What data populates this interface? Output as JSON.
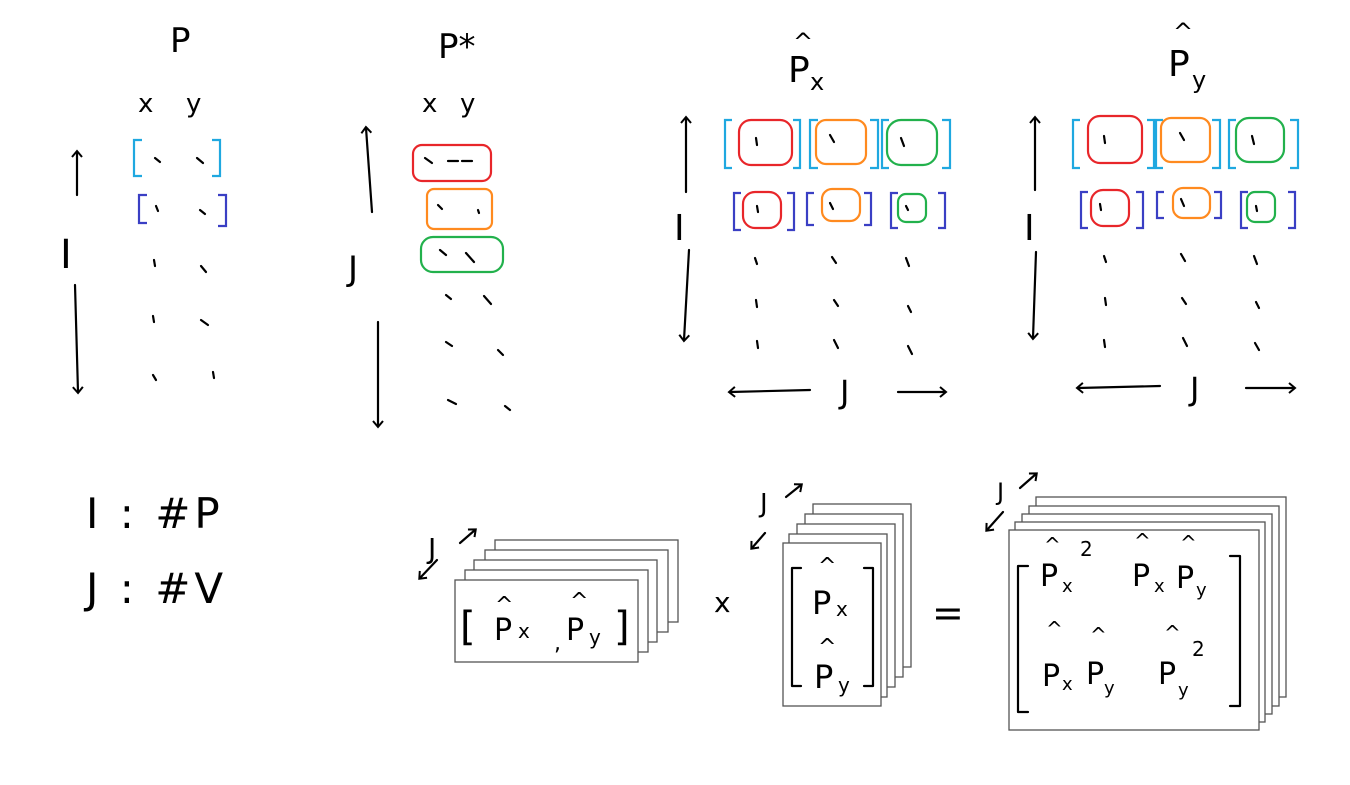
{
  "colors": {
    "ink": "#000000",
    "red": "#e8262a",
    "orange": "#ff8a1f",
    "green": "#22b14c",
    "cyan": "#1fa8e0",
    "blue": "#3a3fc4"
  },
  "panel_p": {
    "title": "P",
    "col_x": "x",
    "col_y": "y",
    "dim": "I"
  },
  "panel_pstar": {
    "title": "P*",
    "col_x": "x",
    "col_y": "y",
    "dim": "J"
  },
  "panel_phat_x": {
    "title": "P",
    "subscript": "x",
    "dim_vertical": "I",
    "dim_horizontal": "J"
  },
  "panel_phat_y": {
    "title": "P",
    "subscript": "y",
    "dim_vertical": "I",
    "dim_horizontal": "J"
  },
  "legend": {
    "line1": "I : #P",
    "line2": "J : #V"
  },
  "equation": {
    "stack_label": "J",
    "row_vector": {
      "left": "P",
      "left_sub": "x",
      "right": "P",
      "right_sub": "y"
    },
    "times": "x",
    "col_vector": {
      "top": "P",
      "top_sub": "x",
      "bottom": "P",
      "bottom_sub": "y"
    },
    "equals": "=",
    "result": {
      "a11": "P",
      "a11_sub": "x",
      "a11_sup": "2",
      "a12_1": "P",
      "a12_1_sub": "x",
      "a12_2": "P",
      "a12_2_sub": "y",
      "a21_1": "P",
      "a21_1_sub": "x",
      "a21_2": "P",
      "a21_2_sub": "y",
      "a22": "P",
      "a22_sub": "y",
      "a22_sup": "2"
    }
  }
}
